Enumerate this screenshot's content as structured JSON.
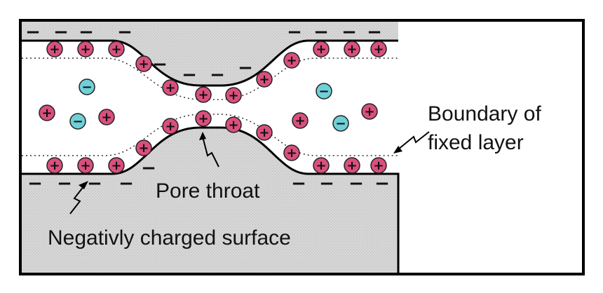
{
  "labels": {
    "boundary_line1": "Boundary of",
    "boundary_line2": "fixed layer",
    "pore_throat": "Pore throat",
    "surface": "Negativly charged surface"
  },
  "symbols": {
    "cation_sign": "+",
    "anion_sign": "−",
    "surface_charge_sign": "−"
  },
  "colors": {
    "cation": "#d94f7e",
    "anion": "#6fd0d8",
    "solid_fill": "#d6d6d6",
    "outline": "#000000"
  }
}
